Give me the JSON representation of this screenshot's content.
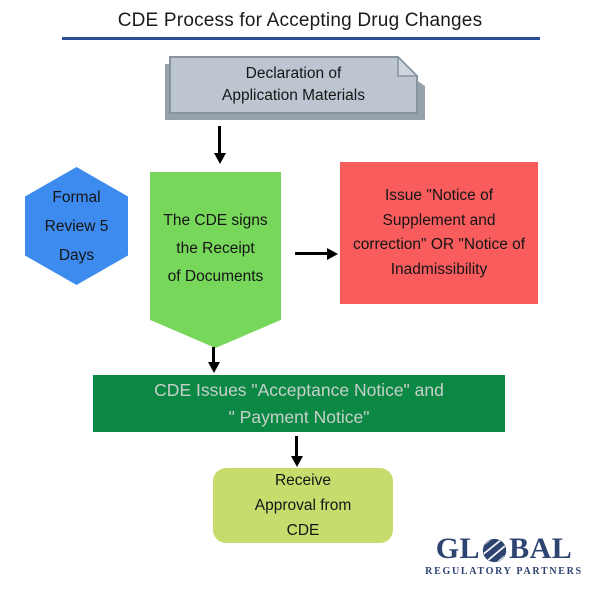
{
  "title": "CDE Process for Accepting Drug Changes",
  "flow": {
    "declaration": "Declaration of\nApplication Materials",
    "formal_review": "Formal\nReview 5\nDays",
    "cde_signs": "The CDE signs\nthe Receipt\nof Documents",
    "issue_notice": "Issue \"Notice of\nSupplement and\ncorrection\" OR \"Notice of\nInadmissibility",
    "acceptance": "CDE Issues \"Acceptance Notice\" and\n\" Payment Notice\"",
    "receive_approval": "Receive\nApproval from\nCDE"
  },
  "logo": {
    "prefix": "GL",
    "suffix": "BAL",
    "subtitle": "REGULATORY PARTNERS"
  },
  "colors": {
    "title_underline": "#2b4f96",
    "document_fill": "#bdc6d0",
    "document_fold": "#cfd7de",
    "document_shadow": "#97a1ac",
    "document_border": "#87939f",
    "hexagon_blue": "#3e8bf0",
    "banner_green": "#77d75b",
    "alert_red": "#f95c5c",
    "accept_green": "#0b8843",
    "approval_yellow_green": "#c6dd6e",
    "arrow_black": "#000000",
    "logo_navy": "#2d4470"
  }
}
